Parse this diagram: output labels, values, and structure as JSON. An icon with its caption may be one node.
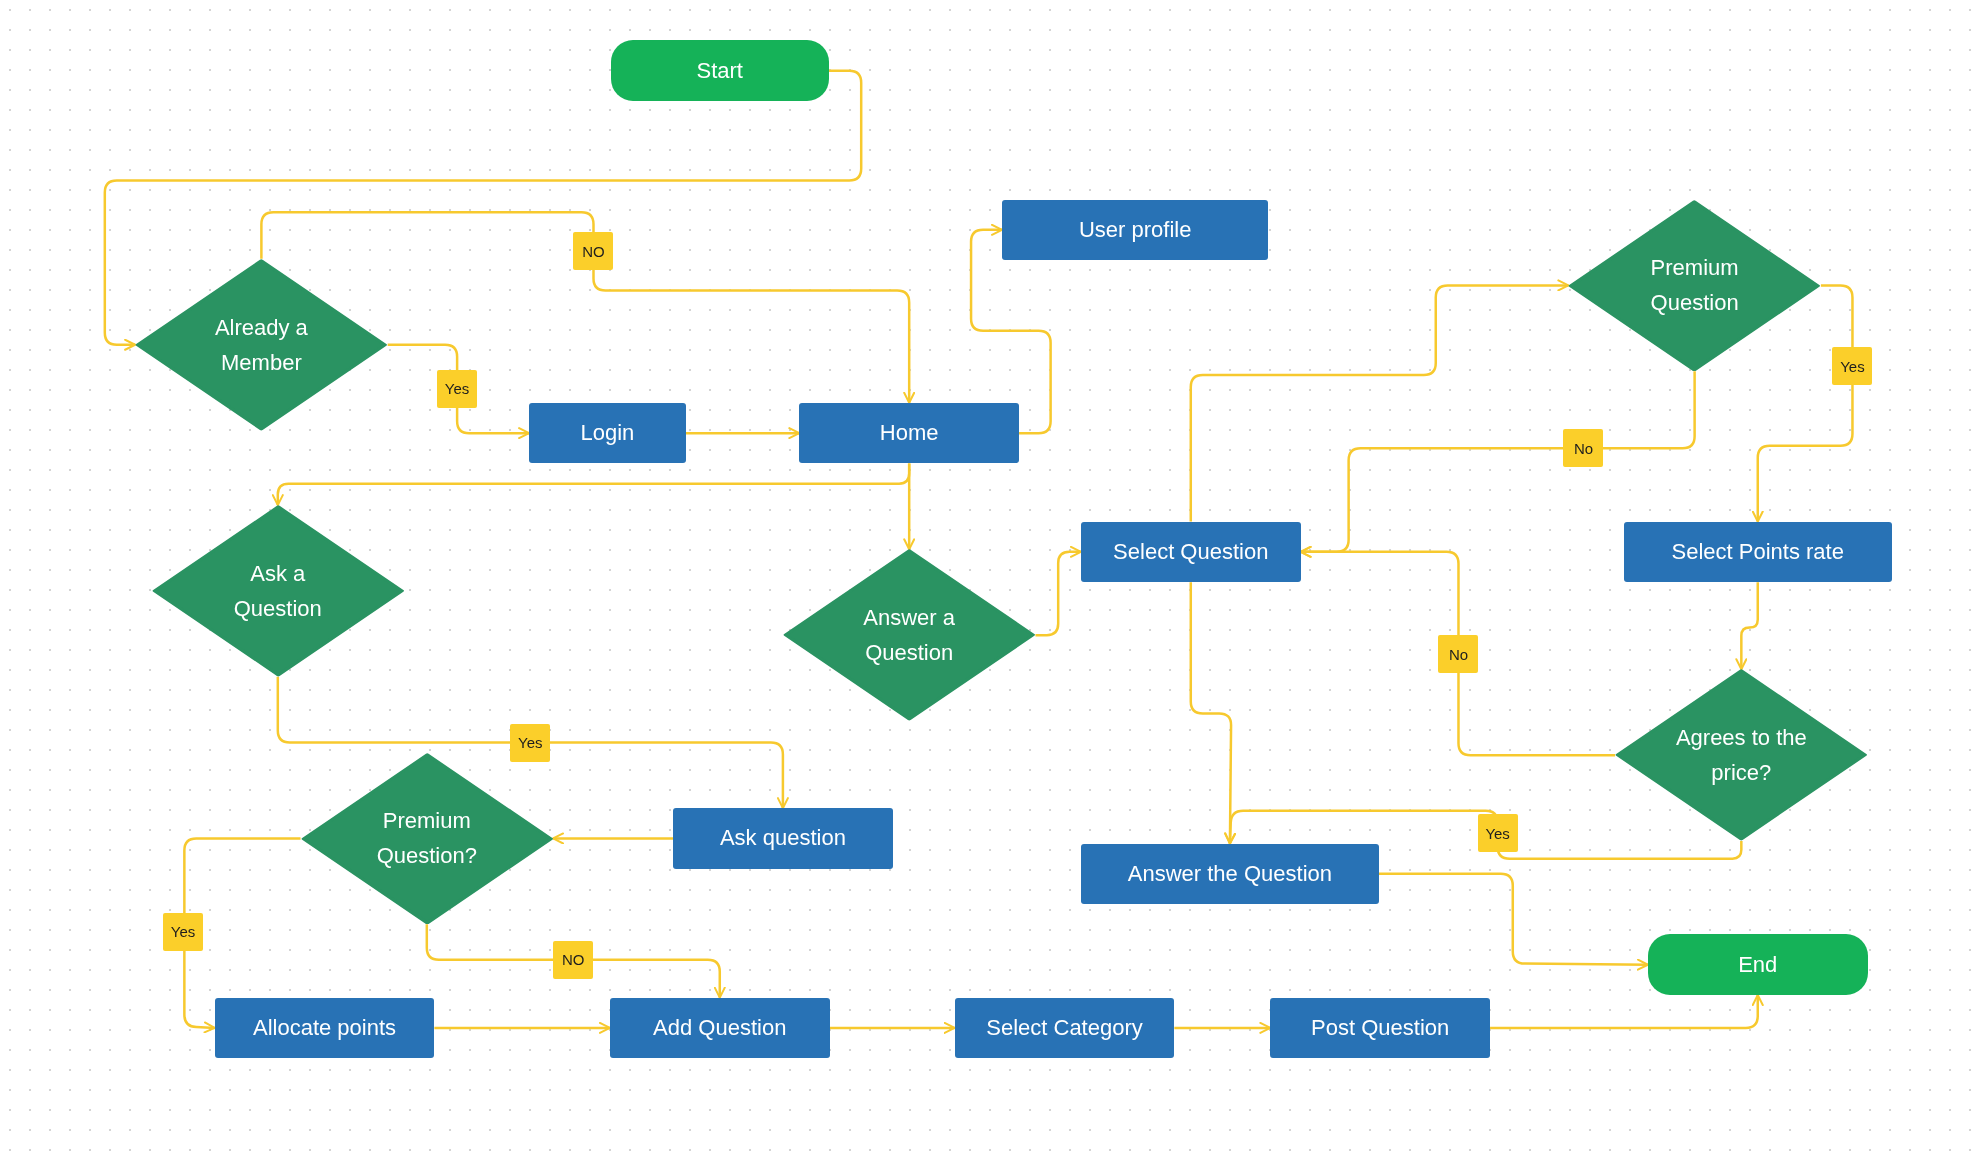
{
  "diagram": {
    "nodes": [
      {
        "text": [
          "Start"
        ]
      },
      {
        "text": [
          "Already a Member"
        ]
      },
      {
        "text": [
          "Login"
        ]
      },
      {
        "text": [
          "Home"
        ]
      },
      {
        "text": [
          "User profile"
        ]
      },
      {
        "text": [
          "Ask a Question"
        ]
      },
      {
        "text": [
          "Answer a Question"
        ]
      },
      {
        "text": [
          "Select Question"
        ]
      },
      {
        "text": [
          "Premium Question"
        ]
      },
      {
        "text": [
          "Select Points rate"
        ]
      },
      {
        "text": [
          "Agrees to the price?"
        ]
      },
      {
        "text": [
          "Ask question"
        ]
      },
      {
        "text": [
          "Premium Question?"
        ]
      },
      {
        "text": [
          "Answer the Question"
        ]
      },
      {
        "text": [
          "End"
        ]
      },
      {
        "text": [
          "Allocate points"
        ]
      },
      {
        "text": [
          "Add Question"
        ]
      },
      {
        "text": [
          "Select Category"
        ]
      },
      {
        "text": [
          "Post Question"
        ]
      }
    ],
    "edges": [
      {
        "from": 0,
        "to": 1,
        "arrow": "to"
      },
      {
        "from": 1,
        "to": 3,
        "arrow": "to",
        "label": "NO"
      },
      {
        "from": 1,
        "to": 2,
        "arrow": "to",
        "label": "Yes"
      },
      {
        "from": 2,
        "to": 3,
        "arrow": "to"
      },
      {
        "from": 3,
        "to": 4,
        "arrow": "to"
      },
      {
        "from": 3,
        "to": 5,
        "arrow": "to"
      },
      {
        "from": 3,
        "to": 6,
        "arrow": "to"
      },
      {
        "from": 6,
        "to": 7,
        "arrow": "to"
      },
      {
        "from": 7,
        "to": 8,
        "arrow": "to"
      },
      {
        "from": 8,
        "to": 9,
        "arrow": "to",
        "label": "Yes"
      },
      {
        "from": 8,
        "to": 7,
        "arrow": "to",
        "label": "No"
      },
      {
        "from": 9,
        "to": 10,
        "arrow": "to"
      },
      {
        "from": 10,
        "to": 7,
        "arrow": "to",
        "label": "No"
      },
      {
        "from": 10,
        "to": 13,
        "arrow": "to",
        "label": "Yes"
      },
      {
        "from": 7,
        "to": 13,
        "arrow": "to"
      },
      {
        "from": 13,
        "to": 14,
        "arrow": "to"
      },
      {
        "from": 5,
        "to": 11,
        "arrow": "to",
        "label": "Yes"
      },
      {
        "from": 11,
        "to": 12,
        "arrow": "to"
      },
      {
        "from": 12,
        "to": 15,
        "arrow": "to",
        "label": "Yes"
      },
      {
        "from": 12,
        "to": 16,
        "arrow": "to",
        "label": "NO"
      },
      {
        "from": 15,
        "to": 16,
        "arrow": "to"
      },
      {
        "from": 16,
        "to": 17,
        "arrow": "to"
      },
      {
        "from": 17,
        "to": 18,
        "arrow": "to"
      },
      {
        "from": 18,
        "to": 14,
        "arrow": "to"
      }
    ]
  }
}
